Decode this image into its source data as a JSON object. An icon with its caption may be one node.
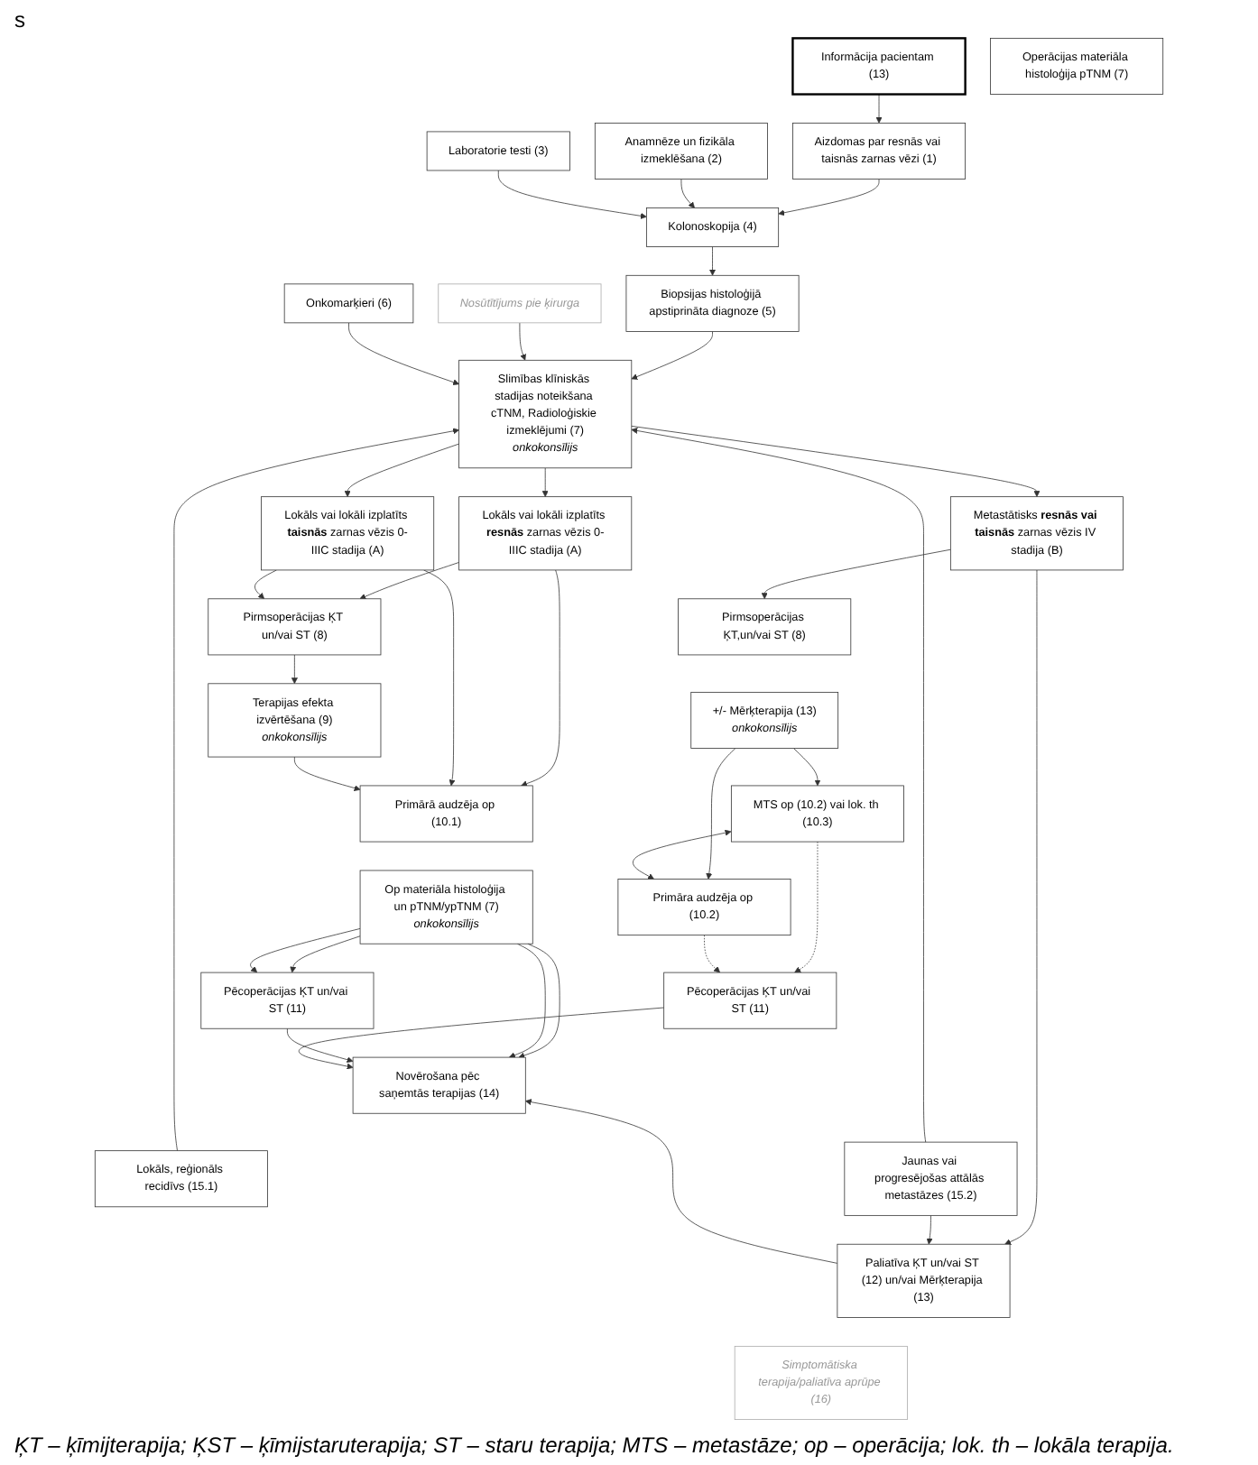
{
  "diagram": {
    "caption": "ĶT – ķīmijterapija; ĶST – ķīmijstaruterapija; ST – staru terapija; MTS – metastāze; op – operācija; lok. th – lokāla terapija.",
    "nodes": [
      {
        "text": [
          "Aizdomas par resnās vai taisnās zarnas vēzi (1)"
        ]
      },
      {
        "text": [
          "Informācija pacientam (13)"
        ]
      },
      {
        "text": [
          "Anamnēze un fizikāla izmeklēšana (2)"
        ]
      },
      {
        "text": [
          "Laboratorie testi (3)"
        ]
      },
      {
        "text": [
          "Kolonoskopija (4)"
        ]
      },
      {
        "text": [
          "Biopsijas histoloģijā apstiprināta diagnoze (5)"
        ]
      },
      {
        "text": [
          "Nosūtītījums pie ķirurga"
        ]
      },
      {
        "text": [
          "Onkomarķieri (6)"
        ]
      },
      {
        "text": [
          "Slimības klīniskās stadijas noteikšana cTNM, Radioloģiskie izmeklējumi (7)",
          "onkokonsīlijs"
        ]
      },
      {
        "text": [
          "Lokāls vai lokāli izplatīts **resnās** zarnas vēzis 0-IIIC stadija (A)"
        ]
      },
      {
        "text": [
          "Lokāls vai lokāli izplatīts **taisnās** zarnas vēzis 0-IIIC stadija (A)"
        ]
      },
      {
        "text": [
          "Metastātisks **resnās vai taisnās** zarnas vēzis IV stadija (B)"
        ]
      },
      {
        "text": [
          "Pirmsoperācijas ĶT un/vai ST (8)"
        ]
      },
      {
        "text": [
          "Terapijas efekta izvērtēšana (9)",
          "onkokonsīlijs"
        ]
      },
      {
        "text": [
          "Primārā audzēja op (10.1)"
        ]
      },
      {
        "text": [
          "Op materiāla histoloģija un pTNM/ypTNM (7)",
          "onkokonsīlijs"
        ]
      },
      {
        "text": [
          "Pēcoperācijas ĶT un/vai ST (11)"
        ]
      },
      {
        "text": [
          "Pirmsoperācijas ĶT,un/vai ST (8)"
        ]
      },
      {
        "text": [
          "+/- Mērķterapija (13)",
          "onkokonsīlijs"
        ]
      },
      {
        "text": [
          "MTS op (10.2) vai lok. th (10.3)"
        ]
      },
      {
        "text": [
          "Primāra audzēja op (10.2)"
        ]
      },
      {
        "text": [
          "Operācijas materiāla histoloģija pTNM (7)"
        ]
      },
      {
        "text": [
          "Pēcoperācijas ĶT un/vai ST (11)"
        ]
      },
      {
        "text": [
          "Paliatīva ĶT un/vai ST (12) un/vai Mērķterapija (13)"
        ]
      },
      {
        "text": [
          "Simptomātiska terapija/paliatīva aprūpe (16)"
        ]
      },
      {
        "text": [
          "Novērošana pēc saņemtās terapijas (14)"
        ]
      },
      {
        "text": [
          "Lokāls, reģionāls recidīvs (15.1)"
        ]
      },
      {
        "text": [
          "Jaunas vai progresējošas attālās metastāzes (15.2)"
        ]
      }
    ],
    "edges": [
      {
        "from": 1,
        "to": 0,
        "arrow": "to"
      },
      {
        "from": 0,
        "to": 4,
        "arrow": "to"
      },
      {
        "from": 2,
        "to": 4,
        "arrow": "to"
      },
      {
        "from": 3,
        "to": 4,
        "arrow": "to"
      },
      {
        "from": 4,
        "to": 5,
        "arrow": "to"
      },
      {
        "from": 5,
        "to": 8,
        "arrow": "to"
      },
      {
        "from": 6,
        "to": 8,
        "arrow": "to"
      },
      {
        "from": 7,
        "to": 8,
        "arrow": "to"
      },
      {
        "from": 8,
        "to": 9,
        "arrow": "to"
      },
      {
        "from": 8,
        "to": 10,
        "arrow": "to"
      },
      {
        "from": 8,
        "to": 11,
        "arrow": "to"
      },
      {
        "from": 9,
        "to": 12,
        "arrow": "to"
      },
      {
        "from": 10,
        "to": 12,
        "arrow": "to"
      },
      {
        "from": 9,
        "to": 14,
        "arrow": "to"
      },
      {
        "from": 10,
        "to": 14,
        "arrow": "to"
      },
      {
        "from": 12,
        "to": 13,
        "arrow": "to"
      },
      {
        "from": 13,
        "to": 14,
        "arrow": "to"
      },
      {
        "from": 15,
        "to": 16,
        "arrow": "to"
      },
      {
        "from": 15,
        "to": 16,
        "arrow": "to"
      },
      {
        "from": 15,
        "to": 25,
        "arrow": "to"
      },
      {
        "from": 15,
        "to": 25,
        "arrow": "to"
      },
      {
        "from": 16,
        "to": 25,
        "arrow": "to"
      },
      {
        "from": 11,
        "to": 17,
        "arrow": "to"
      },
      {
        "from": 18,
        "to": 19,
        "arrow": "to"
      },
      {
        "from": 18,
        "to": 20,
        "arrow": "to"
      },
      {
        "from": 19,
        "to": 20,
        "arrow": "both"
      },
      {
        "from": 19,
        "to": 22,
        "arrow": "to",
        "style": "dashed"
      },
      {
        "from": 20,
        "to": 22,
        "arrow": "to",
        "style": "dashed"
      },
      {
        "from": 11,
        "to": 23,
        "arrow": "to"
      },
      {
        "from": 22,
        "to": 25,
        "arrow": "to"
      },
      {
        "from": 23,
        "to": 25,
        "arrow": "to"
      },
      {
        "from": 26,
        "to": 8,
        "arrow": "to"
      },
      {
        "from": 27,
        "to": 8,
        "arrow": "to"
      },
      {
        "from": 27,
        "to": 23,
        "arrow": "to"
      }
    ],
    "labels": [
      "s"
    ]
  }
}
